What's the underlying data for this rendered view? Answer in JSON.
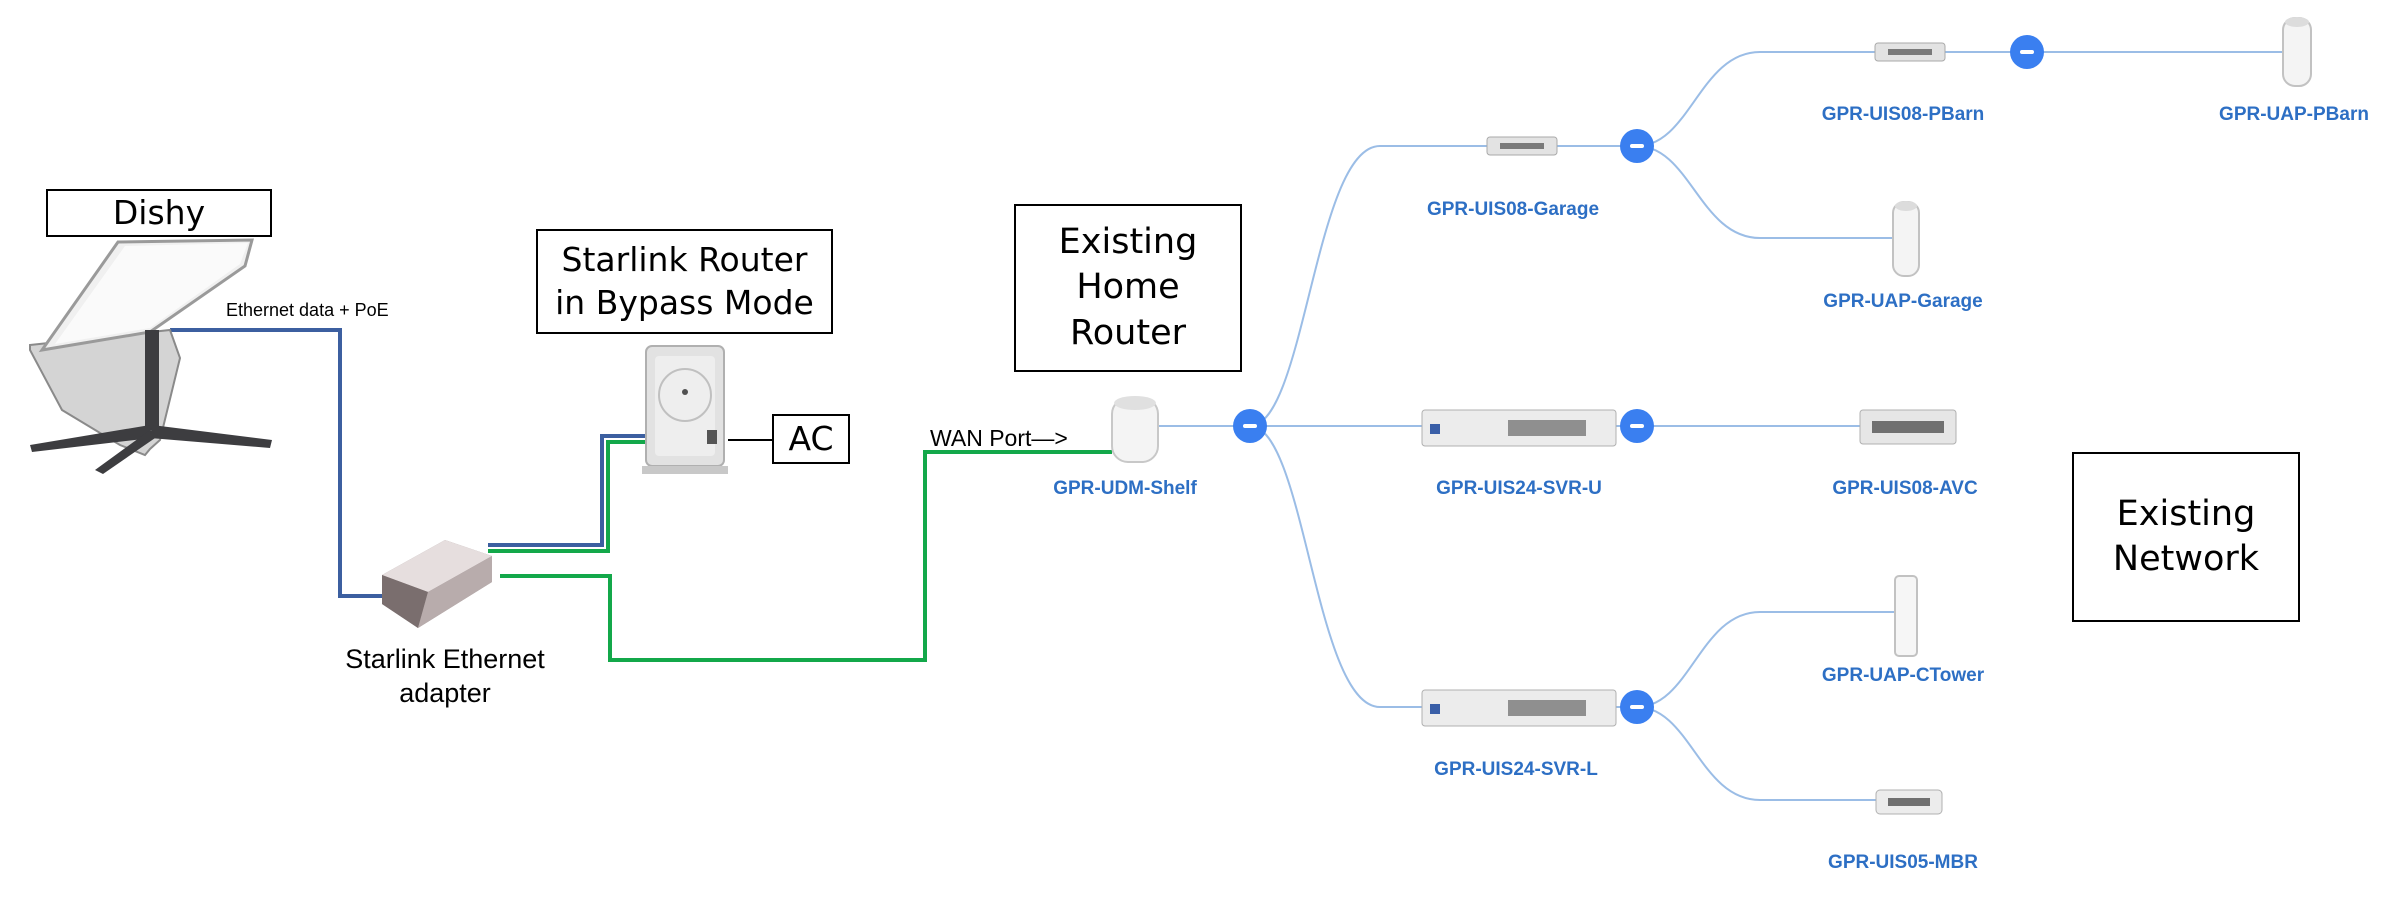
{
  "labels": {
    "dishy": "Dishy",
    "starlink_router": "Starlink Router in Bypass Mode",
    "ac": "AC",
    "existing_router": "Existing Home Router",
    "existing_network": "Existing Network",
    "ethernet_poe": "Ethernet data + PoE",
    "ethernet_adapter": "Starlink Ethernet adapter",
    "wan_port": "WAN Port—>"
  },
  "nodes": {
    "udm_shelf": "GPR-UDM-Shelf",
    "uis08_garage": "GPR-UIS08-Garage",
    "uis24_svr_u": "GPR-UIS24-SVR-U",
    "uis24_svr_l": "GPR-UIS24-SVR-L",
    "uis08_pbarn": "GPR-UIS08-PBarn",
    "uap_pbarn": "GPR-UAP-PBarn",
    "uap_garage": "GPR-UAP-Garage",
    "uis08_avc": "GPR-UIS08-AVC",
    "uap_ctower": "GPR-UAP-CTower",
    "uis05_mbr": "GPR-UIS05-MBR"
  },
  "colors": {
    "node_label": "#2d6fc4",
    "topology_line": "#9bbde6",
    "collapse_button": "#3a7ff0",
    "cable_blue": "#3c5fa0",
    "cable_green": "#13a84a"
  }
}
